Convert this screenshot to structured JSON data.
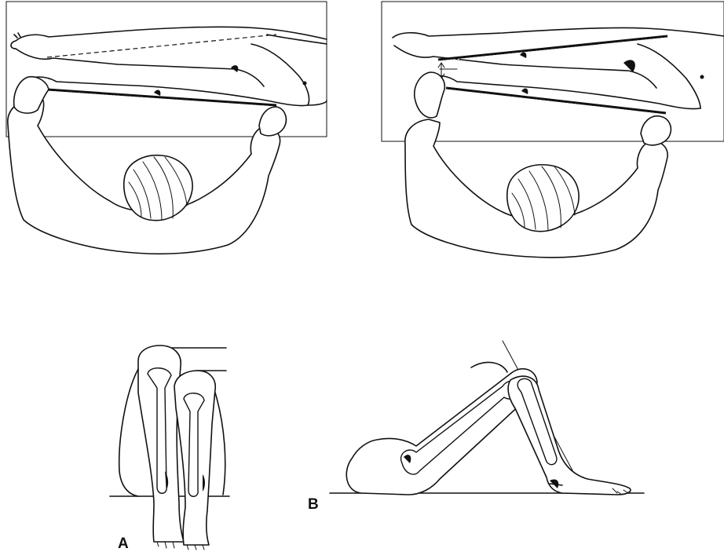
{
  "figure": {
    "panels": [
      {
        "id": "top-left",
        "label": "",
        "content": "true-leg-length-measurement"
      },
      {
        "id": "top-right",
        "label": "",
        "content": "apparent-leg-length-measurement"
      },
      {
        "id": "bottom-left",
        "label": "A",
        "content": "knees-flexed-front-view"
      },
      {
        "id": "bottom-right",
        "label": "B",
        "content": "knees-flexed-side-view"
      }
    ],
    "label_a": "A",
    "label_b": "B",
    "line_color": "#111111",
    "background": "#ffffff"
  }
}
